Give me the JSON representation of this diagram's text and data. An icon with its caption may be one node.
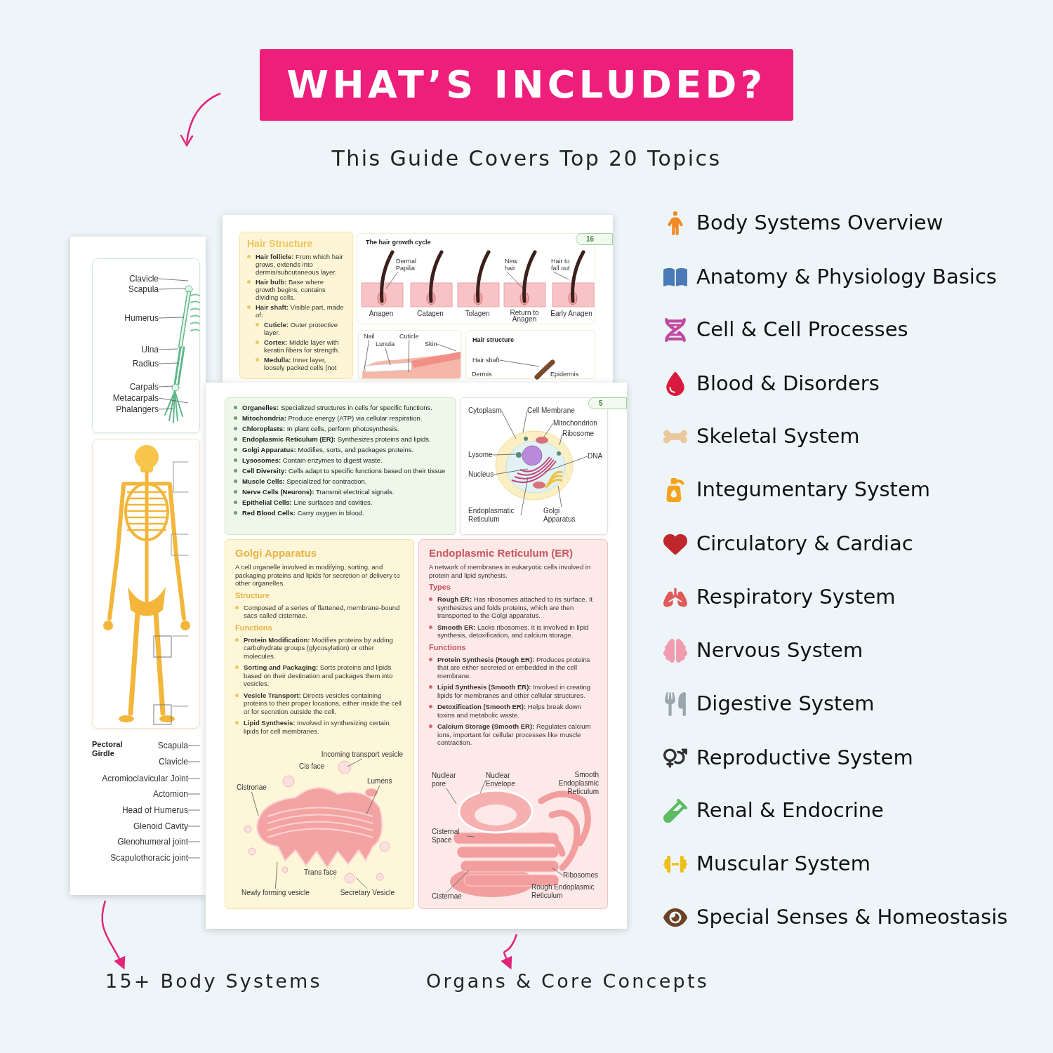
{
  "diagram": {
    "title": "WHAT’S INCLUDED?",
    "nodes": [
      {
        "text": [],
        "shape": "box"
      },
      {
        "text": [],
        "shape": "box"
      },
      {
        "text": [],
        "shape": "box",
        "in": 1
      },
      {
        "text": [
          "Clavicle"
        ],
        "in": 2
      },
      {
        "text": [
          "Scapula"
        ],
        "in": 2
      },
      {
        "text": [
          "Humerus"
        ],
        "in": 2
      },
      {
        "text": [
          "Ulna"
        ],
        "in": 2
      },
      {
        "text": [
          "Radius"
        ],
        "in": 2
      },
      {
        "text": [
          "Carpals"
        ],
        "in": 2
      },
      {
        "text": [
          "Metacarpals"
        ],
        "in": 2
      },
      {
        "text": [
          "Phalangers"
        ],
        "in": 2
      },
      {
        "text": [],
        "shape": "box",
        "in": 1
      },
      {
        "text": [
          "Scapula"
        ],
        "in": 1
      },
      {
        "text": [
          "Clavicle"
        ],
        "in": 1
      },
      {
        "text": [
          "Acromioclavicular Joint"
        ],
        "in": 1
      },
      {
        "text": [
          "Actomion"
        ],
        "in": 1
      },
      {
        "text": [
          "Head of Humerus"
        ],
        "in": 1
      },
      {
        "text": [
          "Glenoid Cavity"
        ],
        "in": 1
      },
      {
        "text": [
          "Glenohumeral joint"
        ],
        "in": 1
      },
      {
        "text": [
          "Scapulothoracic joint"
        ],
        "in": 1
      },
      {
        "text": [],
        "shape": "box"
      },
      {
        "text": [
          "Hair Structure",
          "**Hair follicle:** From which hair grows, extends into dermis/subcutaneous layer.",
          "**Hair bulb:** Base where growth begins, contains dividing cells.",
          "**Hair shaft:** Visible part, made of:",
          "**Cuticle:** Outer protective layer.",
          "**Cortex:** Middle layer with keratin fibers for strength.",
          "**Medulla:** Inner layer, loosely packed cells (not"
        ],
        "in": 20
      },
      {
        "text": [
          "The hair growth cycle"
        ],
        "in": 20
      },
      {
        "text": [
          "16"
        ],
        "in": 20
      },
      {
        "text": [
          "Dermal Papilia"
        ],
        "in": 22
      },
      {
        "text": [
          "New hair"
        ],
        "in": 22
      },
      {
        "text": [
          "Hair to fall out"
        ],
        "in": 22
      },
      {
        "text": [],
        "shape": "box",
        "in": 20
      },
      {
        "text": [
          "Nail"
        ],
        "in": 27
      },
      {
        "text": [
          "Lunula"
        ],
        "in": 27
      },
      {
        "text": [
          "Cuticle"
        ],
        "in": 27
      },
      {
        "text": [
          "Skin"
        ],
        "in": 27
      },
      {
        "text": [
          "Hair structure"
        ],
        "in": 20
      },
      {
        "text": [
          "Hair shaft"
        ],
        "in": 32
      },
      {
        "text": [],
        "shape": "box"
      },
      {
        "text": [
          "**Organelles:** Specialized structures in cells for specific functions.",
          "**Mitochondria:** Produce energy (ATP) via cellular respiration.",
          "**Chloroplasts:** In plant cells, perform photosynthesis.",
          "**Endoplasmic Reticulum (ER):** Synthesizes proteins and lipids.",
          "**Golgi Apparatus:** Modifies, sorts, and packages proteins.",
          "**Lysosomes:** Contain enzymes to digest waste.",
          "**Cell Diversity:** Cells adapt to specific functions based on their tissue",
          "**Muscle Cells:** Specialized for contraction.",
          "**Nerve Cells (Neurons):** Transmit electrical signals.",
          "**Epithelial Cells:** Line surfaces and cavities.",
          "**Red Blood Cells:** Carry oxygen in blood."
        ],
        "in": 34
      },
      {
        "text": [],
        "shape": "box",
        "in": 34
      },
      {
        "text": [
          "5"
        ],
        "in": 34
      },
      {
        "text": [
          "Cytoplasm"
        ],
        "in": 36
      },
      {
        "text": [
          "Cell Membrane"
        ],
        "in": 36
      },
      {
        "text": [
          "Mitochondrion"
        ],
        "in": 36
      },
      {
        "text": [
          "Ribosome"
        ],
        "in": 36
      },
      {
        "text": [
          "Lysome"
        ],
        "in": 36
      },
      {
        "text": [
          "DNA"
        ],
        "in": 36
      },
      {
        "text": [
          "Nucleus"
        ],
        "in": 36
      },
      {
        "text": [
          "Endoplasmatic Reticulum"
        ],
        "in": 36
      },
      {
        "text": [
          "Golgi Apparatus"
        ],
        "in": 36
      },
      {
        "text": [
          "Golgi Apparatus",
          "A cell organelle involved in modifying, sorting, and packaging proteins and lipids for secretion or delivery to other organelles.",
          "Structure",
          "Composed of a series of flattened, membrane-bound sacs called cisternae.",
          "Functions",
          "**Protein Modification:** Modifies proteins by adding carbohydrate groups (glycosylation) or other molecules.",
          "**Sorting and Packaging:** Sorts proteins and lipids based on their destination and packages them into vesicles.",
          "**Vesicle Transport:** Directs vesicles containing proteins to their proper locations, either inside the cell or for secretion outside the cell.",
          "**Lipid Synthesis:** Involved in synthesizing certain lipids for cell membranes."
        ],
        "in": 34
      },
      {
        "text": [
          "Incoming transport vesicle"
        ],
        "in": 47
      },
      {
        "text": [
          "Lumens"
        ],
        "in": 47
      },
      {
        "text": [
          "Cistronae"
        ],
        "in": 47
      },
      {
        "text": [
          "Newly forming vesicle"
        ],
        "in": 47
      },
      {
        "text": [
          "Secretary Vesicle"
        ],
        "in": 47
      },
      {
        "text": [
          "Endoplasmic Reticulum (ER)",
          "A network of membranes in eukaryotic cells involved in protein and lipid synthesis.",
          "Types",
          "**Rough ER:** Has ribosomes attached to its surface. It synthesizes and folds proteins, which are then transported to the Golgi apparatus.",
          "**Smooth ER:** Lacks ribosomes. It is involved in lipid synthesis, detoxification, and calcium storage.",
          "Functions",
          "**Protein Synthesis (Rough ER):** Produces proteins that are either secreted or embedded in the cell membrane.",
          "**Lipid Synthesis (Smooth ER):** Involved in creating lipids for membranes and other cellular structures.",
          "**Detoxification (Smooth ER):** Helps break down toxins and metabolic waste.",
          "**Calcium Storage (Smooth ER):** Regulates calcium ions, important for cellular processes like muscle contraction."
        ],
        "in": 34
      },
      {
        "text": [
          "Nuclear pore"
        ],
        "in": 53
      },
      {
        "text": [
          "Nuclear Envelope"
        ],
        "in": 53
      },
      {
        "text": [
          "Cisternal Space"
        ],
        "in": 53
      },
      {
        "text": [
          "Cisternae"
        ],
        "in": 53
      },
      {
        "text": [
          "Ribosomes"
        ],
        "in": 53
      },
      {
        "text": [
          "15+ Body Systems"
        ]
      },
      {
        "text": [
          "Organs & Core Concepts"
        ]
      }
    ],
    "edges": [
      {
        "from": 3,
        "to": null,
        "arrow": "none"
      },
      {
        "from": 4,
        "to": null,
        "arrow": "none"
      },
      {
        "from": 5,
        "to": null,
        "arrow": "none"
      },
      {
        "from": 6,
        "to": null,
        "arrow": "none"
      },
      {
        "from": 7,
        "to": null,
        "arrow": "none"
      },
      {
        "from": 8,
        "to": null,
        "arrow": "none"
      },
      {
        "from": 9,
        "to": null,
        "arrow": "none"
      },
      {
        "from": 10,
        "to": null,
        "arrow": "none"
      },
      {
        "from": 12,
        "to": null,
        "arrow": "none"
      },
      {
        "from": 13,
        "to": null,
        "arrow": "none"
      },
      {
        "from": 14,
        "to": null,
        "arrow": "none"
      },
      {
        "from": 15,
        "to": null,
        "arrow": "none"
      },
      {
        "from": 16,
        "to": null,
        "arrow": "none"
      },
      {
        "from": 17,
        "to": null,
        "arrow": "none"
      },
      {
        "from": 18,
        "to": null,
        "arrow": "none"
      },
      {
        "from": 19,
        "to": null,
        "arrow": "none"
      },
      {
        "from": 24,
        "to": null,
        "arrow": "none"
      },
      {
        "from": 25,
        "to": null,
        "arrow": "none"
      },
      {
        "from": 26,
        "to": null,
        "arrow": "none"
      },
      {
        "from": 28,
        "to": null,
        "arrow": "none"
      },
      {
        "from": 29,
        "to": null,
        "arrow": "none"
      },
      {
        "from": 30,
        "to": null,
        "arrow": "none"
      },
      {
        "from": 31,
        "to": null,
        "arrow": "none"
      },
      {
        "from": 33,
        "to": null,
        "arrow": "none"
      },
      {
        "from": 38,
        "to": null,
        "arrow": "none"
      },
      {
        "from": 39,
        "to": null,
        "arrow": "none"
      },
      {
        "from": 40,
        "to": null,
        "arrow": "none"
      },
      {
        "from": 41,
        "to": null,
        "arrow": "none"
      },
      {
        "from": 42,
        "to": null,
        "arrow": "none"
      },
      {
        "from": 43,
        "to": null,
        "arrow": "none"
      },
      {
        "from": 44,
        "to": null,
        "arrow": "none"
      },
      {
        "from": 45,
        "to": null,
        "arrow": "none"
      },
      {
        "from": 46,
        "to": null,
        "arrow": "none"
      },
      {
        "from": 48,
        "to": null,
        "arrow": "none"
      },
      {
        "from": 49,
        "to": null,
        "arrow": "none"
      },
      {
        "from": 50,
        "to": null,
        "arrow": "none"
      },
      {
        "from": 51,
        "to": null,
        "arrow": "none"
      },
      {
        "from": 52,
        "to": null,
        "arrow": "none"
      },
      {
        "from": 54,
        "to": null,
        "arrow": "none"
      },
      {
        "from": 55,
        "to": null,
        "arrow": "none"
      },
      {
        "from": 56,
        "to": null,
        "arrow": "none"
      },
      {
        "from": 57,
        "to": null,
        "arrow": "none"
      },
      {
        "from": 58,
        "to": null,
        "arrow": "none"
      },
      {
        "from": 1,
        "to": 59,
        "arrow": "to",
        "color": "#e2257a"
      },
      {
        "from": 34,
        "to": 60,
        "arrow": "to",
        "color": "#e2257a"
      }
    ],
    "labels": [
      "This Guide Covers Top 20 Topics",
      "Body Systems Overview",
      "Anatomy & Physiology Basics",
      "Cell & Cell Processes",
      "Blood & Disorders",
      "Skeletal System",
      "Integumentary System",
      "Circulatory & Cardiac",
      "Respiratory System",
      "Nervous System",
      "Digestive System",
      "Reproductive System",
      "Renal & Endocrine",
      "Muscular System",
      "Special Senses & Homeostasis",
      "Pectoral Girdle",
      "Anagen",
      "Catagen",
      "Tolagen",
      "Return to Anagen",
      "Early Anagen",
      "Dermis",
      "Epidermis",
      "Cis face",
      "Trans face",
      "Smooth Endoplasmic Reticulum",
      "Rough Endoplasmic Reticulum"
    ]
  }
}
